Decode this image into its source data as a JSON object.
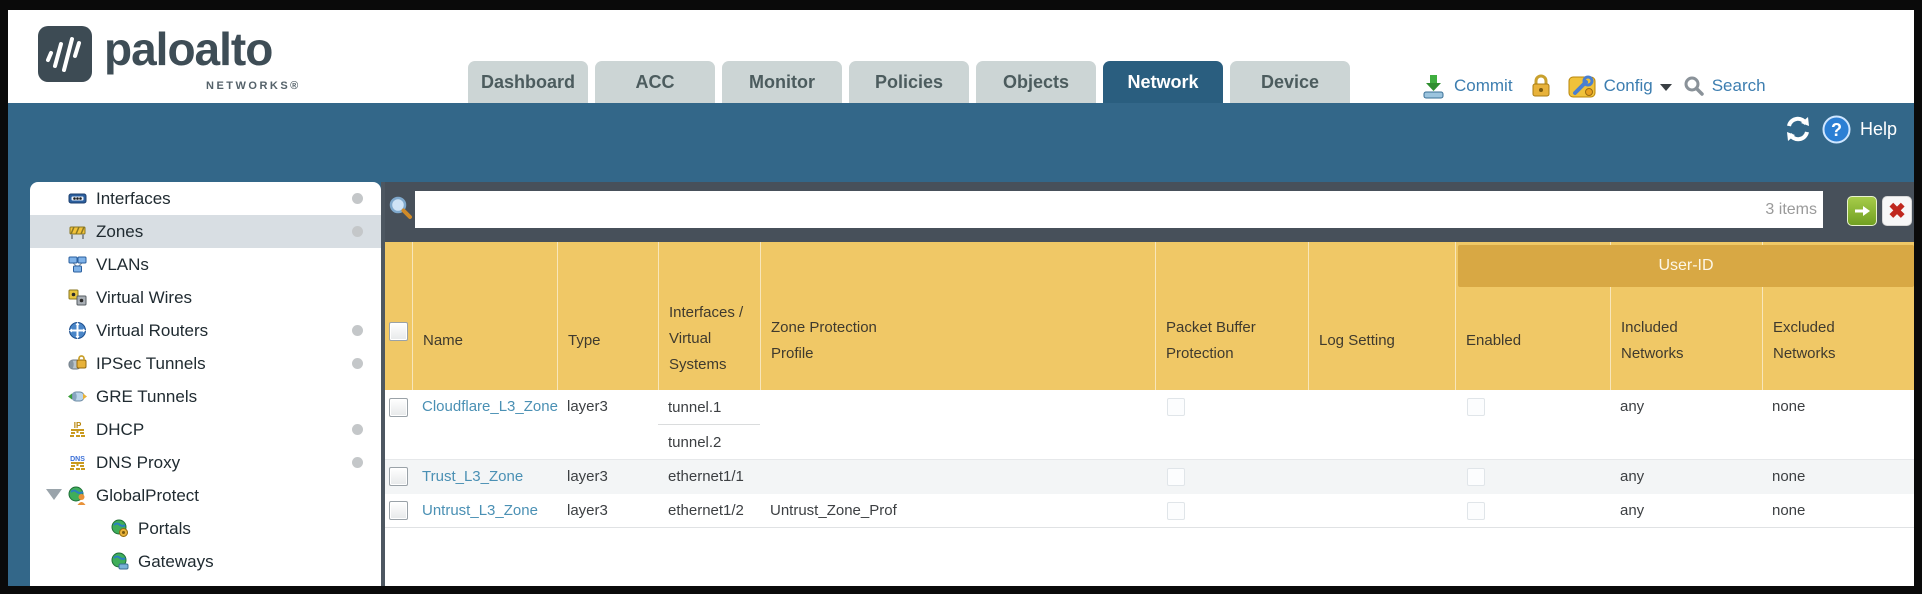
{
  "brand": {
    "name": "paloalto",
    "sub": "NETWORKS®"
  },
  "nav": {
    "tabs": [
      {
        "label": "Dashboard"
      },
      {
        "label": "ACC"
      },
      {
        "label": "Monitor"
      },
      {
        "label": "Policies"
      },
      {
        "label": "Objects"
      },
      {
        "label": "Network"
      },
      {
        "label": "Device"
      }
    ],
    "actions": {
      "commit": "Commit",
      "config": "Config",
      "search": "Search"
    }
  },
  "banner": {
    "help": "Help"
  },
  "sidebar": {
    "items": [
      {
        "label": "Interfaces"
      },
      {
        "label": "Zones"
      },
      {
        "label": "VLANs"
      },
      {
        "label": "Virtual Wires"
      },
      {
        "label": "Virtual Routers"
      },
      {
        "label": "IPSec Tunnels"
      },
      {
        "label": "GRE Tunnels"
      },
      {
        "label": "DHCP"
      },
      {
        "label": "DNS Proxy"
      },
      {
        "label": "GlobalProtect"
      },
      {
        "label": "Portals"
      },
      {
        "label": "Gateways"
      }
    ]
  },
  "filter": {
    "value": "",
    "count": "3 items"
  },
  "table": {
    "group_header": "User-ID",
    "columns": {
      "name": "Name",
      "type": "Type",
      "interfaces": "Interfaces / Virtual Systems",
      "zone_protection": "Zone Protection Profile",
      "packet_buffer": "Packet Buffer Protection",
      "log_setting": "Log Setting",
      "enabled": "Enabled",
      "included": "Included Networks",
      "excluded": "Excluded Networks"
    },
    "rows": [
      {
        "name": "Cloudflare_L3_Zone",
        "type": "layer3",
        "interfaces": [
          "tunnel.1",
          "tunnel.2"
        ],
        "zone_protection": "",
        "included": "any",
        "excluded": "none"
      },
      {
        "name": "Trust_L3_Zone",
        "type": "layer3",
        "interfaces": [
          "ethernet1/1"
        ],
        "zone_protection": "",
        "included": "any",
        "excluded": "none"
      },
      {
        "name": "Untrust_L3_Zone",
        "type": "layer3",
        "interfaces": [
          "ethernet1/2"
        ],
        "zone_protection": "Untrust_Zone_Prof",
        "included": "any",
        "excluded": "none"
      }
    ]
  }
}
